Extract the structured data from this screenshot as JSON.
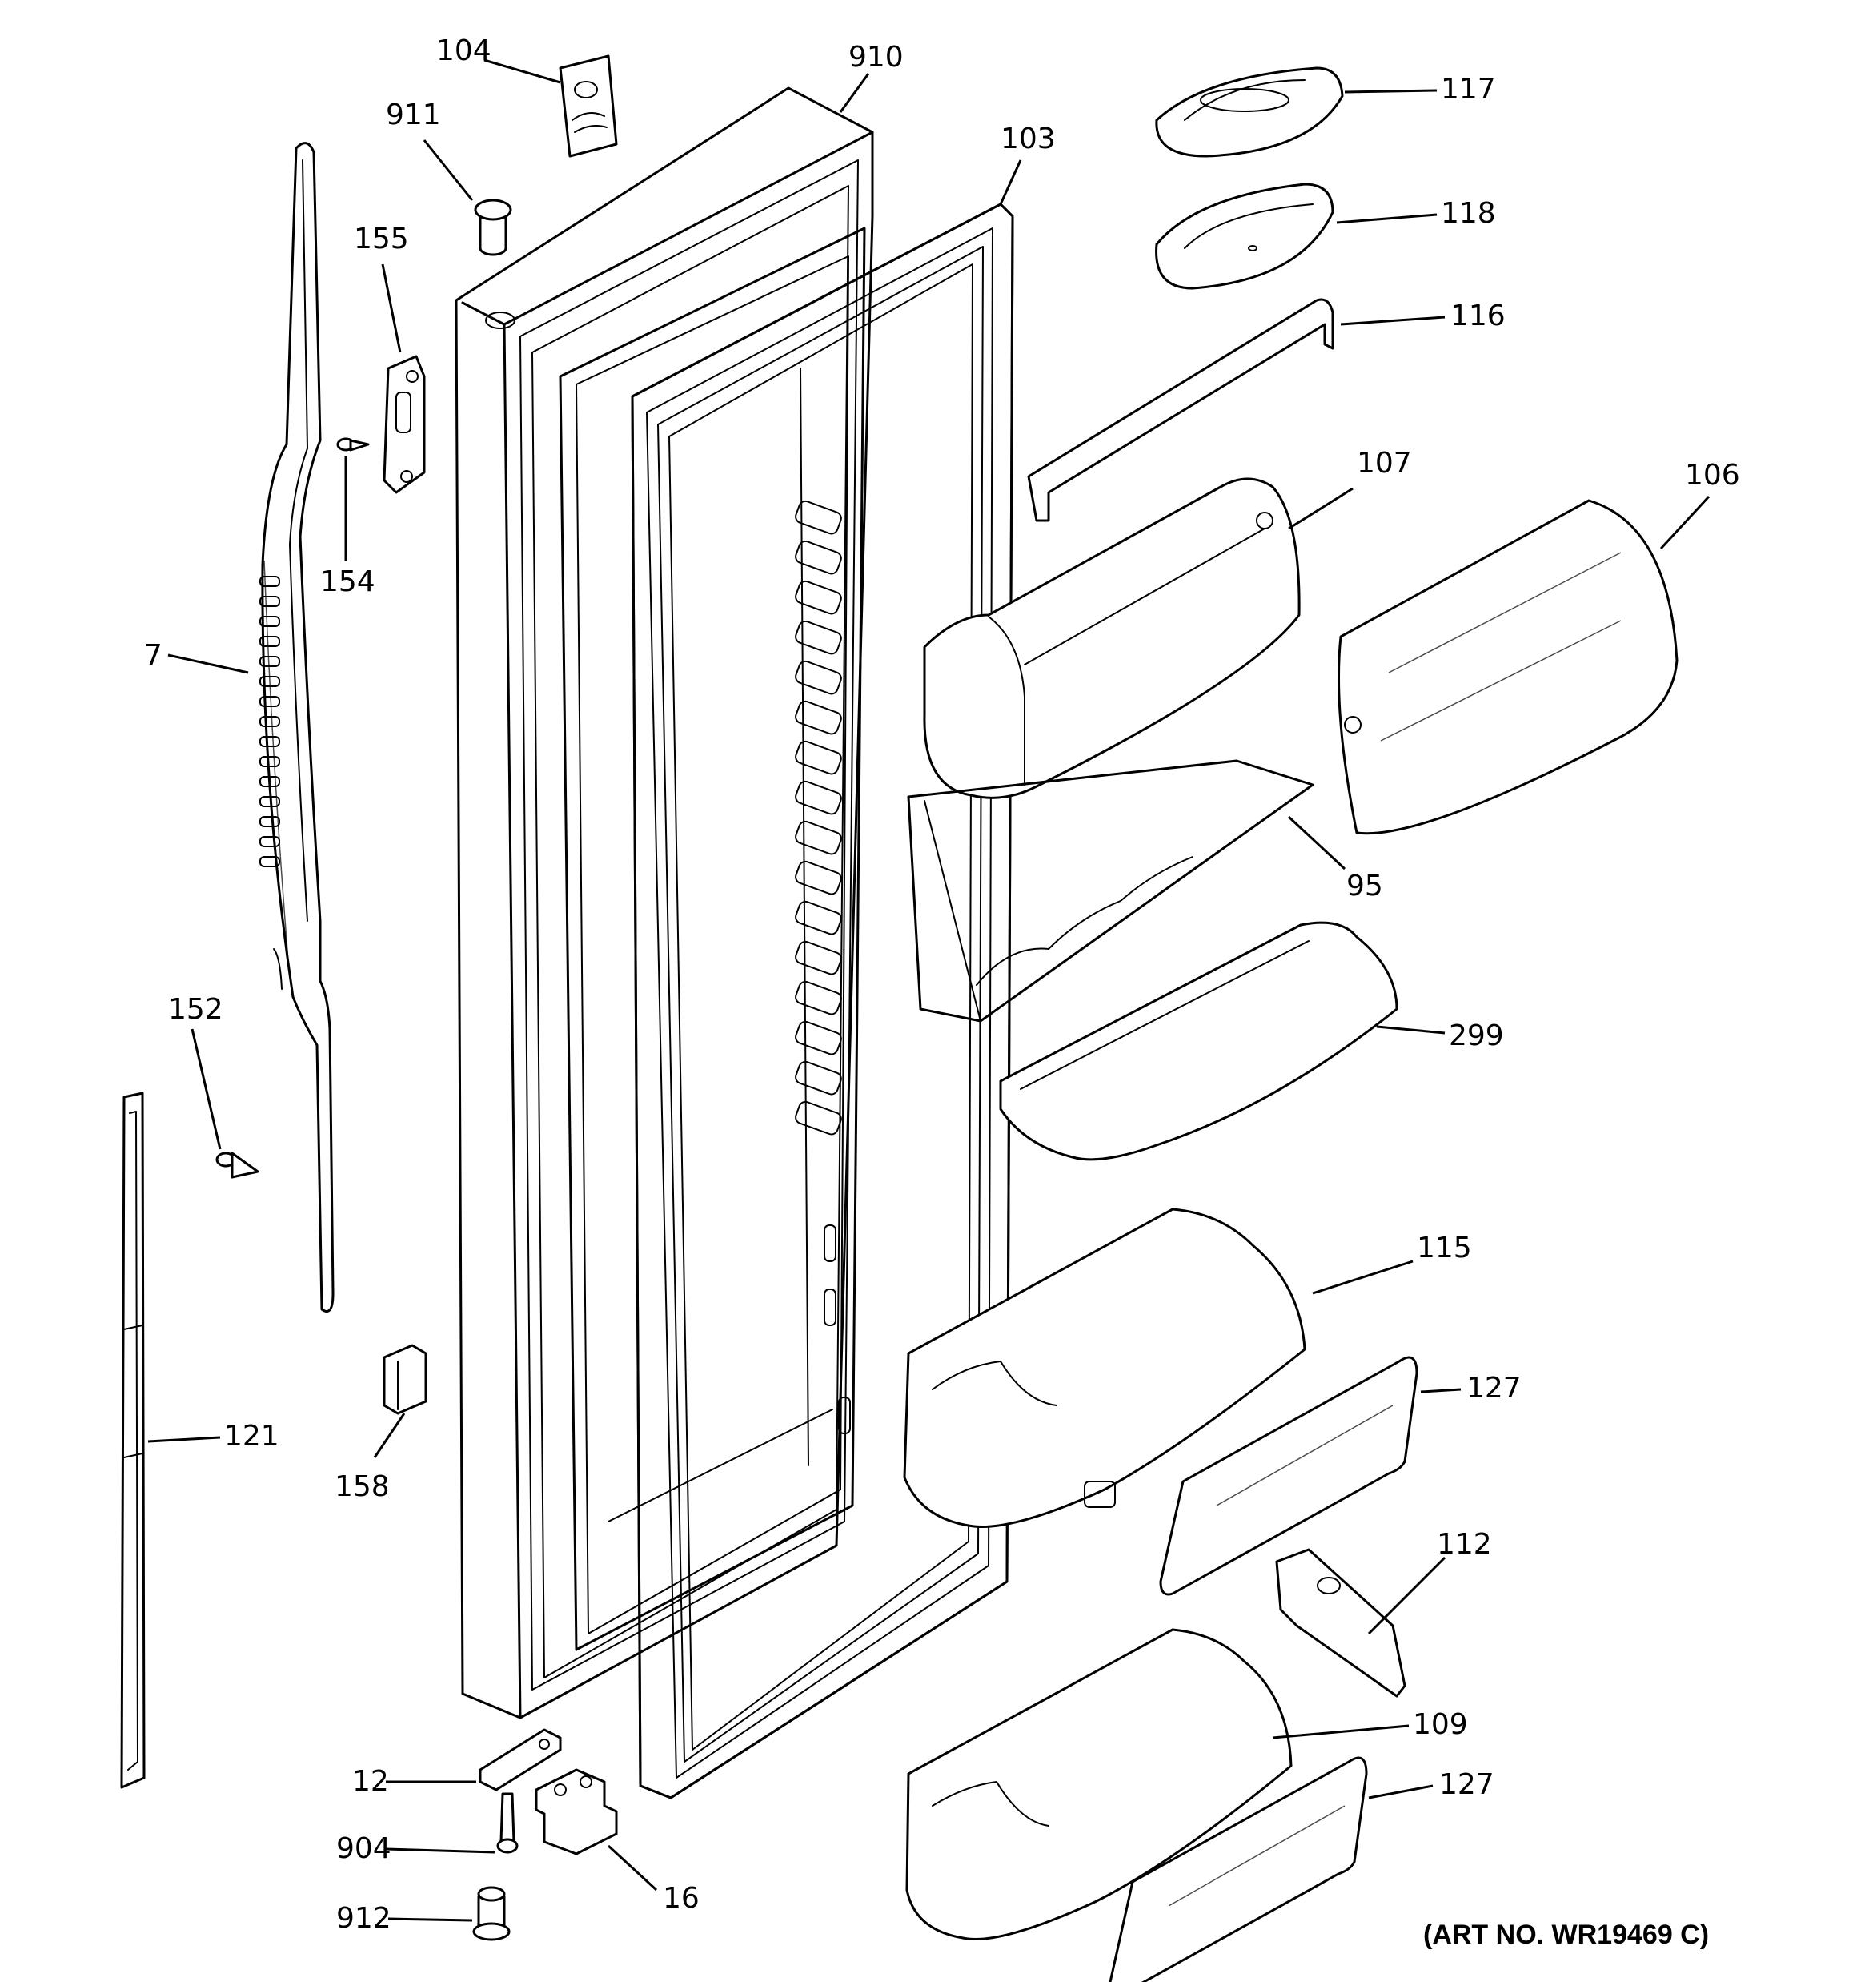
{
  "callouts": {
    "c104": "104",
    "c910": "910",
    "c911": "911",
    "c103": "103",
    "c117": "117",
    "c118": "118",
    "c155": "155",
    "c116": "116",
    "c154": "154",
    "c107": "107",
    "c106": "106",
    "c7": "7",
    "c95": "95",
    "c152": "152",
    "c299": "299",
    "c115": "115",
    "c127a": "127",
    "c121": "121",
    "c158": "158",
    "c112": "112",
    "c109": "109",
    "c127b": "127",
    "c12": "12",
    "c904": "904",
    "c16": "16",
    "c912": "912"
  },
  "art_number": "(ART NO. WR19469 C)"
}
